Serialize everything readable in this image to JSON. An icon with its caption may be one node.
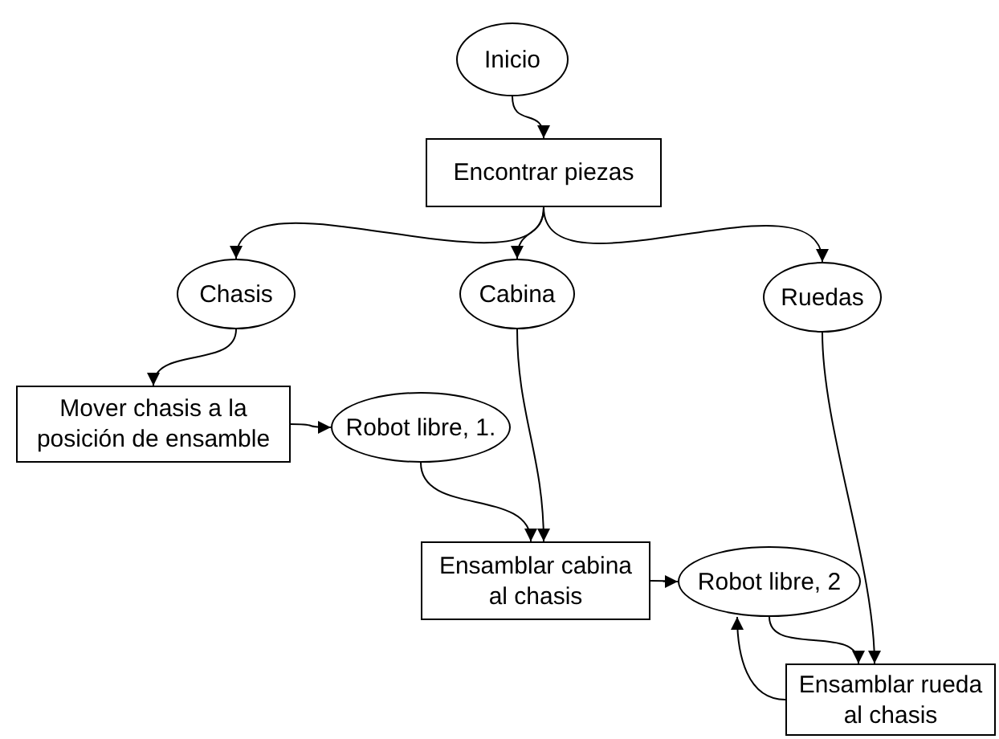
{
  "diagram": {
    "nodes": [
      {
        "text": [
          "Inicio"
        ]
      },
      {
        "text": [
          "Encontrar piezas"
        ]
      },
      {
        "text": [
          "Chasis"
        ]
      },
      {
        "text": [
          "Cabina"
        ]
      },
      {
        "text": [
          "Ruedas"
        ]
      },
      {
        "text": [
          "Mover chasis a la posición de ensamble"
        ]
      },
      {
        "text": [
          "Robot libre, 1."
        ]
      },
      {
        "text": [
          "Ensamblar cabina al chasis"
        ]
      },
      {
        "text": [
          "Robot libre, 2"
        ]
      },
      {
        "text": [
          "Ensamblar rueda al chasis"
        ]
      }
    ],
    "edges": [
      {
        "from": 0,
        "to": 1,
        "arrow": "to"
      },
      {
        "from": 1,
        "to": 2,
        "arrow": "to"
      },
      {
        "from": 1,
        "to": 3,
        "arrow": "to"
      },
      {
        "from": 1,
        "to": 4,
        "arrow": "to"
      },
      {
        "from": 2,
        "to": 5,
        "arrow": "to"
      },
      {
        "from": 5,
        "to": 6,
        "arrow": "to"
      },
      {
        "from": 6,
        "to": 7,
        "arrow": "to"
      },
      {
        "from": 3,
        "to": 7,
        "arrow": "to"
      },
      {
        "from": 7,
        "to": 8,
        "arrow": "to"
      },
      {
        "from": 4,
        "to": 9,
        "arrow": "to"
      },
      {
        "from": 8,
        "to": 9,
        "arrow": "to"
      },
      {
        "from": 9,
        "to": 8,
        "arrow": "to"
      }
    ]
  }
}
